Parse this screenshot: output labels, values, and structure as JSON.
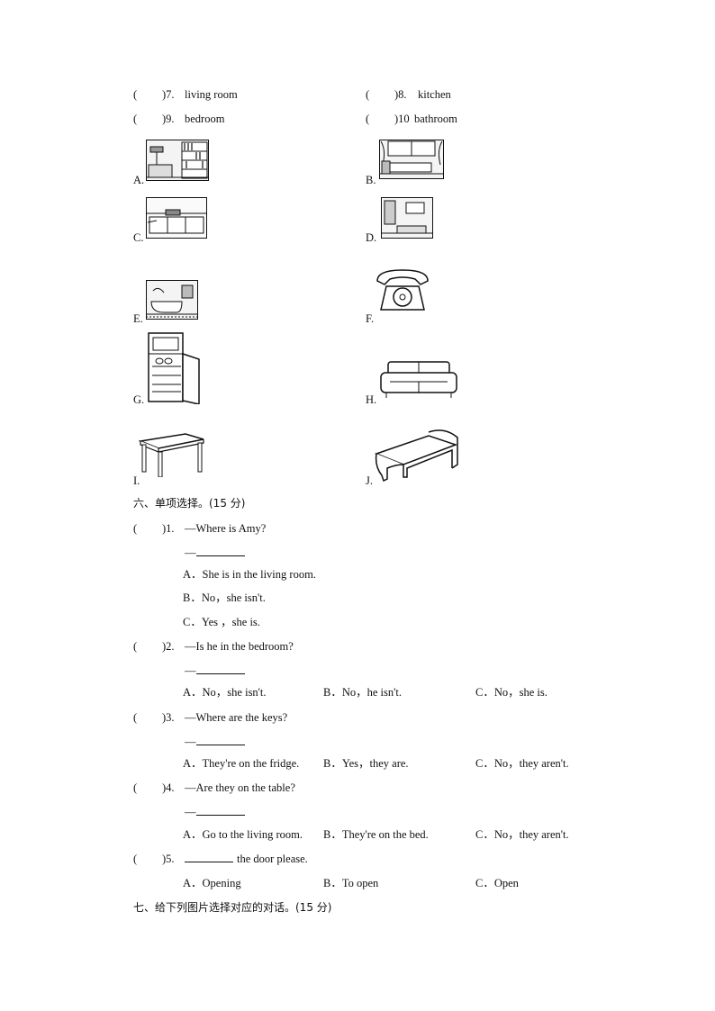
{
  "match": {
    "items": [
      {
        "paren": "(",
        "close": ")7.",
        "text": "living  room"
      },
      {
        "paren": "(",
        "close": ")8.",
        "text": "kitchen"
      },
      {
        "paren": "(",
        "close": ")9.",
        "text": "bedroom"
      },
      {
        "paren": "(",
        "close": ")10",
        "text": "bathroom"
      }
    ],
    "picture_letters": [
      "A.",
      "B.",
      "C.",
      "D.",
      "E.",
      "F.",
      "G.",
      "H.",
      "I.",
      "J."
    ]
  },
  "section6": {
    "title": "六、单项选择。(15 分)",
    "dash": "—",
    "questions": [
      {
        "paren": "(",
        "num": ")1.",
        "stem": "—Where is Amy?",
        "options": [
          "A．She is in the living  room.",
          "B．No，she isn't.",
          "C．Yes ，she is."
        ]
      },
      {
        "paren": "(",
        "num": ")2.",
        "stem": "—Is he in the bedroom?",
        "options": [
          "A．No，she isn't.",
          "B．No，he isn't.",
          "C．No，she is."
        ]
      },
      {
        "paren": "(",
        "num": ")3.",
        "stem": "—Where are the keys?",
        "options": [
          "A．They're on the fridge.",
          "B．Yes，they are.",
          "C．No，they aren't."
        ]
      },
      {
        "paren": "(",
        "num": ")4.",
        "stem": "—Are they on the table?",
        "options": [
          "A．Go to the living room.",
          "B．They're on the bed.",
          "C．No，they aren't."
        ]
      },
      {
        "paren": "(",
        "num": ")5.",
        "stem": "the door please.",
        "options": [
          "A．Opening",
          "B．To open",
          "C．Open"
        ]
      }
    ]
  },
  "section7": {
    "title": "七、给下列图片选择对应的对话。(15 分)"
  }
}
